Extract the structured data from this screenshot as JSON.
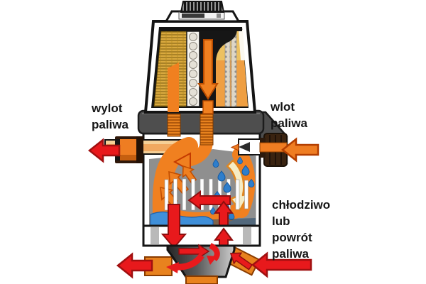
{
  "figure": {
    "kind": "fuel-filter-cutaway-flow-diagram"
  },
  "labels": {
    "fuel_outlet": {
      "lines": [
        "wylot",
        "paliwa"
      ]
    },
    "fuel_inlet": {
      "lines": [
        "wlot",
        "paliwa"
      ]
    },
    "coolant_or_return": {
      "lines": [
        "chłodziwo",
        "lub",
        "powrót",
        "paliwa"
      ]
    }
  },
  "flow_arrows": {
    "fuel_outlet": {
      "direction": "left",
      "color": "#e8191c"
    },
    "fuel_inlet": {
      "direction": "left",
      "color": "#ef7d22"
    },
    "coolant_out": {
      "direction": "left",
      "color": "#e8191c"
    },
    "coolant_in": {
      "direction": "left",
      "color": "#e8191c"
    }
  },
  "colors": {
    "fuel_flow_orange": "#f08020",
    "return_red": "#e8191c",
    "water_blue": "#2e7ecc",
    "filter_media_gold": "#d9a93e",
    "media_fluid_orange": "#ef9f42",
    "housing_gray": "#4e4e4e",
    "chamber_gray": "#8f8f8f",
    "pale_yellow_arrow": "#f6ecc4",
    "background": "#ffffff"
  }
}
